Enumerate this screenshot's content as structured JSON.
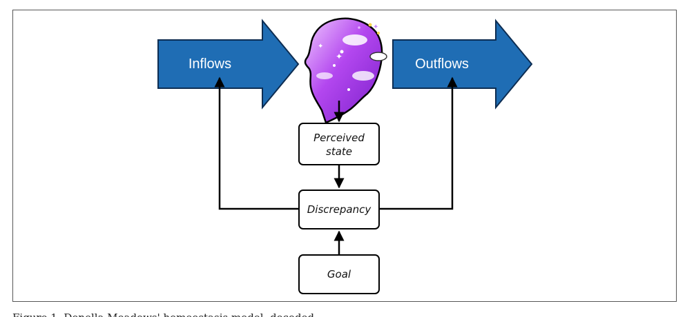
{
  "diagram": {
    "inflows_label": "Inflows",
    "outflows_label": "Outflows",
    "perceived_state_line1": "Perceived",
    "perceived_state_line2": "state",
    "discrepancy_label": "Discrepancy",
    "goal_label": "Goal",
    "head_image": "glowing-head-illustration"
  },
  "caption": "Figure 1. Donella Meadows' homeostasis model, decoded",
  "colors": {
    "arrow_fill": "#1f6db4",
    "arrow_stroke": "#0d2d52",
    "line": "#000000",
    "head_purple": "#9b30e0",
    "head_light": "#e7b3ff"
  }
}
